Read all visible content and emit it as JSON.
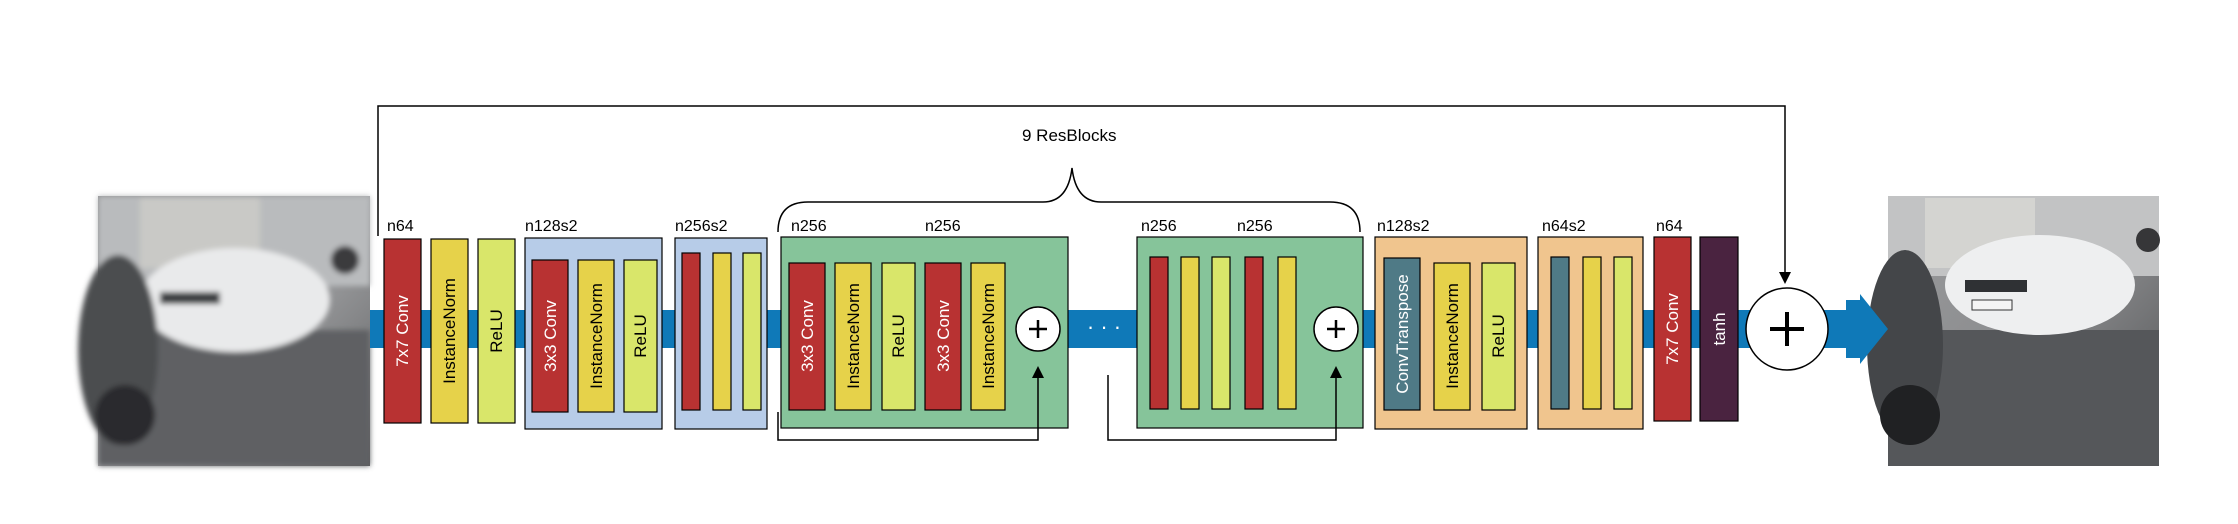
{
  "diagram": {
    "title": "9 ResBlocks",
    "dots": "· · ·",
    "group_labels": {
      "g1": "n64",
      "g2": "n128s2",
      "g3": "n256s2",
      "res1_a": "n256",
      "res1_b": "n256",
      "res2_a": "n256",
      "res2_b": "n256",
      "up1": "n128s2",
      "up2": "n64s2",
      "last": "n64"
    },
    "layers": {
      "conv7_first": "7x7 Conv",
      "instnorm_1": "InstanceNorm",
      "relu_1": "ReLU",
      "conv3_down1": "3x3 Conv",
      "instnorm_down1": "InstanceNorm",
      "relu_down1": "ReLU",
      "res_conv_a": "3x3 Conv",
      "res_instnorm_a": "InstanceNorm",
      "res_relu": "ReLU",
      "res_conv_b": "3x3 Conv",
      "res_instnorm_b": "InstanceNorm",
      "convtranspose": "ConvTranspose",
      "instnorm_up1": "InstanceNorm",
      "relu_up1": "ReLU",
      "conv7_last": "7x7 Conv",
      "tanh": "tanh"
    },
    "colors": {
      "conv": "#b83232",
      "instnorm": "#e6d24a",
      "relu": "#d9e66a",
      "flow": "#0f79b8",
      "down_group": "#b7cce8",
      "res_group": "#86c49a",
      "up_group": "#f0c58e",
      "convtranspose": "#4f7a86",
      "tanh": "#4a2340"
    }
  }
}
